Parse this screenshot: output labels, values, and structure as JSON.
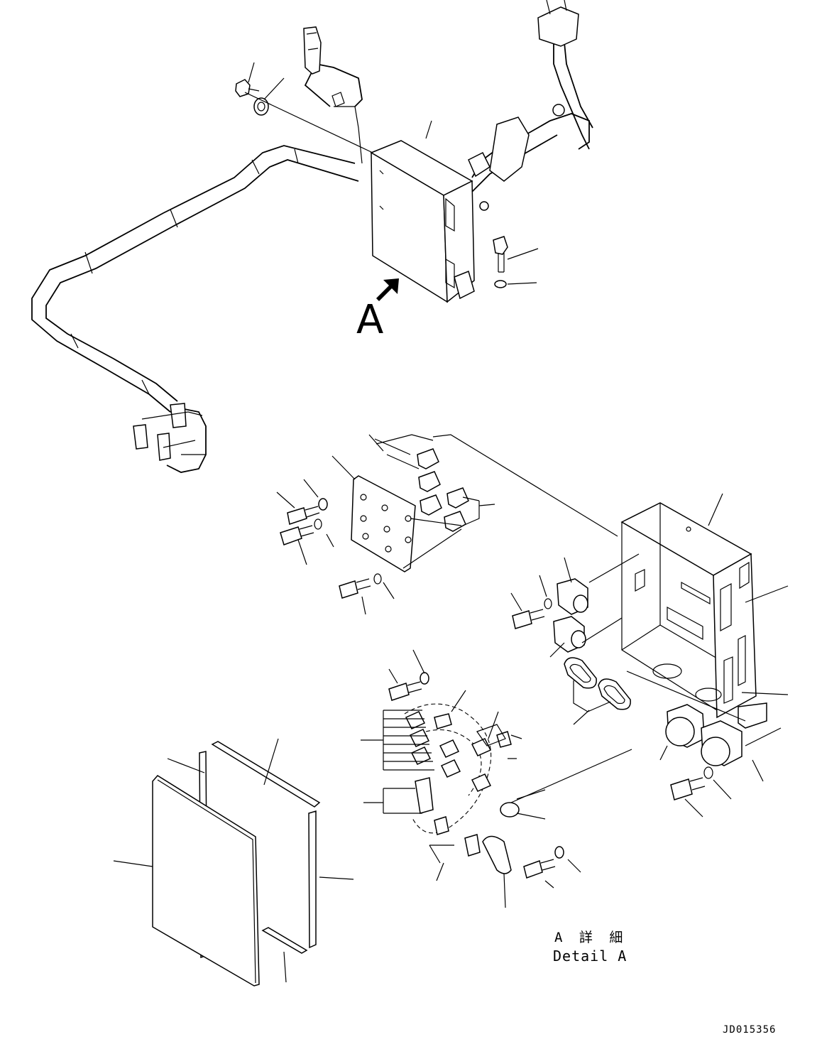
{
  "view_marker": {
    "letter": "A",
    "arrow_icon": "view-direction-arrow-icon"
  },
  "detail_caption": {
    "japanese": "A 詳 細",
    "english": "Detail A"
  },
  "drawing_number": "JD015356"
}
